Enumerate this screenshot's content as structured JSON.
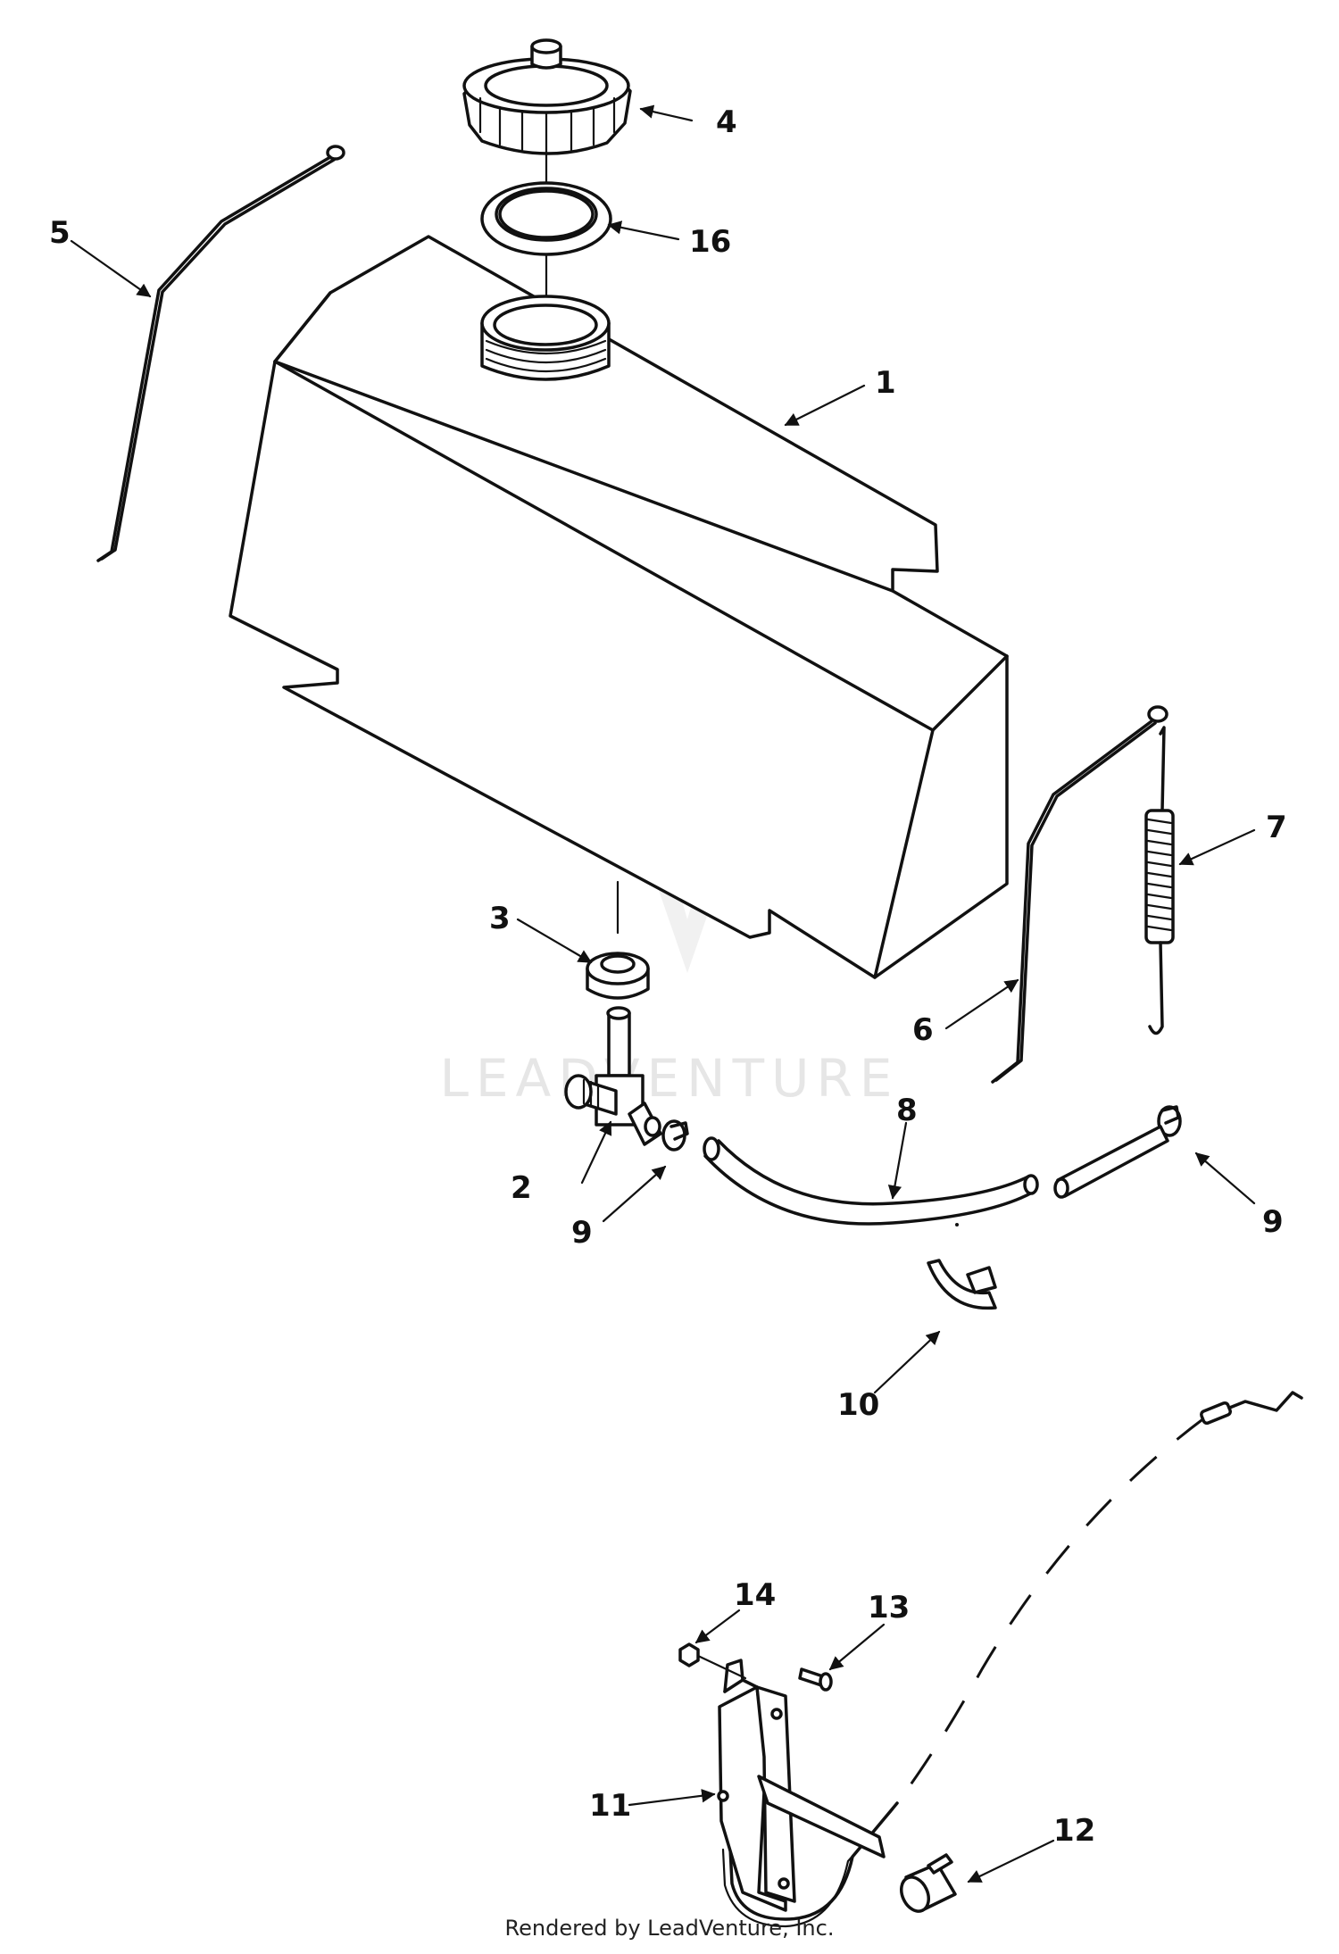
{
  "watermark": "LEADVENTURE",
  "footer": "Rendered by LeadVenture, Inc.",
  "callouts": {
    "c1": "1",
    "c2": "2",
    "c3": "3",
    "c4": "4",
    "c5": "5",
    "c6": "6",
    "c7": "7",
    "c8": "8",
    "c9a": "9",
    "c9b": "9",
    "c10": "10",
    "c11": "11",
    "c12": "12",
    "c13": "13",
    "c14": "14",
    "c16": "16"
  }
}
